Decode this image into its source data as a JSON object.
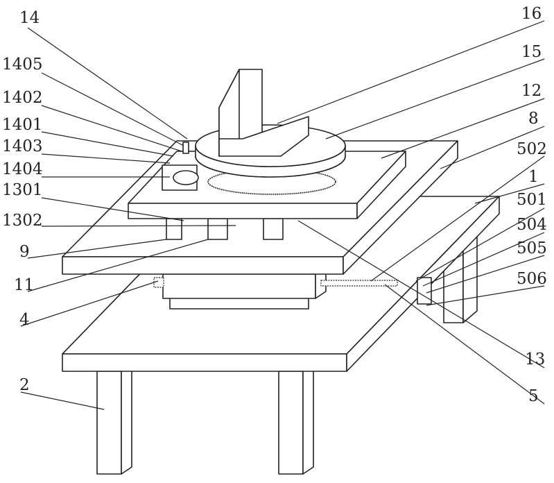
{
  "labels_left": {
    "l14": "14",
    "l1405": "1405",
    "l1402": "1402",
    "l1401": "1401",
    "l1403": "1403",
    "l1404": "1404",
    "l1301": "1301",
    "l1302": "1302",
    "l9": "9",
    "l11": "11",
    "l4": "4",
    "l2": "2"
  },
  "labels_right": {
    "l16": "16",
    "l15": "15",
    "l12": "12",
    "l8": "8",
    "l502": "502",
    "l1": "1",
    "l501": "501",
    "l504": "504",
    "l505": "505",
    "l506": "506",
    "l13": "13",
    "l5": "5"
  }
}
